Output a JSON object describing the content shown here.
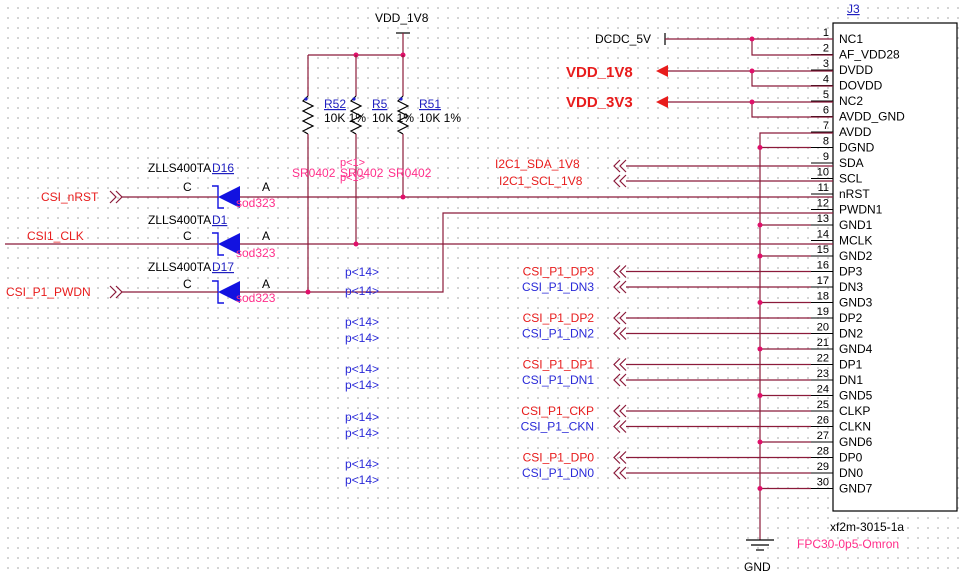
{
  "connector": {
    "ref": "J3",
    "part": "xf2m-3015-1a",
    "footprint": "FPC30-0p5-Omron",
    "pins": [
      {
        "num": "1",
        "name": "NC1"
      },
      {
        "num": "2",
        "name": "AF_VDD28"
      },
      {
        "num": "3",
        "name": "DVDD"
      },
      {
        "num": "4",
        "name": "DOVDD"
      },
      {
        "num": "5",
        "name": "NC2"
      },
      {
        "num": "6",
        "name": "AVDD_GND"
      },
      {
        "num": "7",
        "name": "AVDD"
      },
      {
        "num": "8",
        "name": "DGND"
      },
      {
        "num": "9",
        "name": "SDA"
      },
      {
        "num": "10",
        "name": "SCL"
      },
      {
        "num": "11",
        "name": "nRST"
      },
      {
        "num": "12",
        "name": "PWDN1"
      },
      {
        "num": "13",
        "name": "GND1"
      },
      {
        "num": "14",
        "name": "MCLK"
      },
      {
        "num": "15",
        "name": "GND2"
      },
      {
        "num": "16",
        "name": "DP3"
      },
      {
        "num": "17",
        "name": "DN3"
      },
      {
        "num": "18",
        "name": "GND3"
      },
      {
        "num": "19",
        "name": "DP2"
      },
      {
        "num": "20",
        "name": "DN2"
      },
      {
        "num": "21",
        "name": "GND4"
      },
      {
        "num": "22",
        "name": "DP1"
      },
      {
        "num": "23",
        "name": "DN1"
      },
      {
        "num": "24",
        "name": "GND5"
      },
      {
        "num": "25",
        "name": "CLKP"
      },
      {
        "num": "26",
        "name": "CLKN"
      },
      {
        "num": "27",
        "name": "GND6"
      },
      {
        "num": "28",
        "name": "DP0"
      },
      {
        "num": "29",
        "name": "DN0"
      },
      {
        "num": "30",
        "name": "GND7"
      }
    ]
  },
  "power": {
    "vdd_1v8_top": "VDD_1V8",
    "dcdc_5v": "DCDC_5V",
    "vdd_1v8_flag": "VDD_1V8",
    "vdd_3v3_flag": "VDD_3V3",
    "gnd": "GND"
  },
  "resistors": [
    {
      "ref": "R52",
      "value": "10K 1%",
      "package": "SR0402"
    },
    {
      "ref": "R5",
      "value": "10K 1%",
      "package": "SR0402"
    },
    {
      "ref": "R51",
      "value": "10K 1%",
      "package": "SR0402"
    }
  ],
  "diodes": [
    {
      "part": "ZLLS400TA",
      "ref": "D16",
      "cathode": "C",
      "anode": "A",
      "package": "sod323"
    },
    {
      "part": "ZLLS400TA",
      "ref": "D1",
      "cathode": "C",
      "anode": "A",
      "package": "sod323"
    },
    {
      "part": "ZLLS400TA",
      "ref": "D17",
      "cathode": "C",
      "anode": "A",
      "package": "sod323"
    }
  ],
  "left_nets": {
    "csi_nrst": "CSI_nRST",
    "csi1_clk": "CSI1_CLK",
    "csi_p1_pwdn": "CSI_P1_PWDN"
  },
  "i2c_nets": {
    "sda": "I2C1_SDA_1V8",
    "scl": "I2C1_SCL_1V8",
    "sda_page": "p<1>",
    "scl_page": "p<1>"
  },
  "page_refs": {
    "pwdn_a": "p<14>",
    "pwdn_b": "p<14>",
    "dp2": "p<14>",
    "dn2": "p<14>",
    "dp1": "p<14>",
    "dn1": "p<14>",
    "ckp": "p<14>",
    "ckn": "p<14>",
    "dp0": "p<14>",
    "dn0": "p<14>"
  },
  "mipi_nets": [
    {
      "name": "CSI_P1_DP3",
      "color": "red"
    },
    {
      "name": "CSI_P1_DN3",
      "color": "blue"
    },
    {
      "name": "CSI_P1_DP2",
      "color": "red"
    },
    {
      "name": "CSI_P1_DN2",
      "color": "blue"
    },
    {
      "name": "CSI_P1_DP1",
      "color": "red"
    },
    {
      "name": "CSI_P1_DN1",
      "color": "blue"
    },
    {
      "name": "CSI_P1_CKP",
      "color": "red"
    },
    {
      "name": "CSI_P1_CKN",
      "color": "blue"
    },
    {
      "name": "CSI_P1_DP0",
      "color": "red"
    },
    {
      "name": "CSI_P1_DN0",
      "color": "blue"
    }
  ],
  "colors": {
    "wire": "#8b1a3a",
    "net_red": "#e81c1c",
    "net_blue": "#2a2ad8",
    "pink": "#ff2e8a",
    "diode_blue": "#1212e0"
  }
}
